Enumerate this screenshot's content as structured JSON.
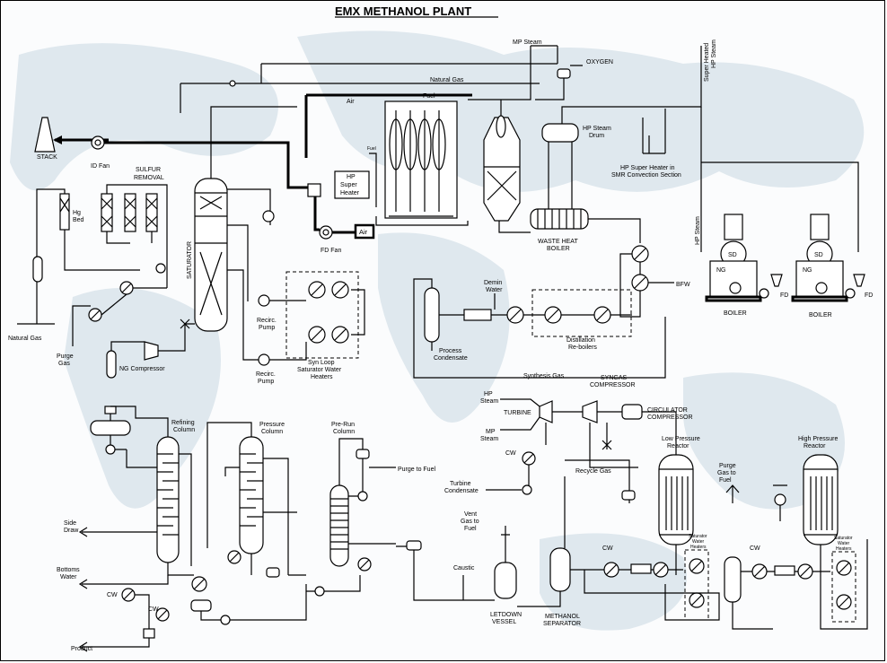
{
  "title": "EMX METHANOL PLANT",
  "labels": {
    "stack": "STACK",
    "id_fan": "ID Fan",
    "sulfur_removal_1": "SULFUR",
    "sulfur_removal_2": "REMOVAL",
    "hg_bed_1": "Hg",
    "hg_bed_2": "Bed",
    "natural_gas_left": "Natural Gas",
    "purge_gas_1": "Purge",
    "purge_gas_2": "Gas",
    "ng_compressor": "NG Compressor",
    "saturator": "SATURATOR",
    "recirc_pump_1a": "Recirc.",
    "recirc_pump_1b": "Pump",
    "recirc_pump_2a": "Recirc.",
    "recirc_pump_2b": "Pump",
    "syn_loop_1": "Syn Loop",
    "syn_loop_2": "Saturator Water",
    "syn_loop_3": "Heaters",
    "fd_fan": "FD Fan",
    "air_box": "Air",
    "air_top": "Air",
    "fuel_top": "Fuel",
    "fuel_small": "Fuel",
    "natural_gas_top": "Natural Gas",
    "hp_super_heater_1": "HP",
    "hp_super_heater_2": "Super",
    "hp_super_heater_3": "Heater",
    "mp_steam": "MP Steam",
    "oxygen": "OXYGEN",
    "hp_steam_drum_1": "HP Steam",
    "hp_steam_drum_2": "Drum",
    "hp_sh_smr_1": "HP Super Heater in",
    "hp_sh_smr_2": "SMR Convection Section",
    "super_heated_hp_steam_1": "Super Heated",
    "super_heated_hp_steam_2": "HP Steam",
    "hp_steam_vertical": "HP Steam",
    "waste_heat_1": "WASTE HEAT",
    "waste_heat_2": "BOILER",
    "bfw": "BFW",
    "demin_water_1": "Demin",
    "demin_water_2": "Water",
    "distillation_1": "Distillation",
    "distillation_2": "Re-boilers",
    "process_condensate_1": "Process",
    "process_condensate_2": "Condensate",
    "sd_1": "SD",
    "sd_2": "SD",
    "ng_1": "NG",
    "ng_2": "NG",
    "fd_1": "FD",
    "fd_2": "FD",
    "boiler_1": "BOILER",
    "boiler_2": "BOILER",
    "synthesis_gas": "Synthesis Gas",
    "syngas_comp_1": "SYNGAS",
    "syngas_comp_2": "COMPRESSOR",
    "circ_comp_1": "CIRCULATOR",
    "circ_comp_2": "COMPRESSOR",
    "turbine": "TURBINE",
    "hp_steam_turb_1": "HP",
    "hp_steam_turb_2": "Steam",
    "mp_steam_turb_1": "MP",
    "mp_steam_turb_2": "Steam",
    "cw_1": "CW",
    "cw_2": "CW",
    "cw_3": "CW",
    "cw_4": "CW",
    "cw_5": "CW",
    "turbine_condensate_1": "Turbine",
    "turbine_condensate_2": "Condensate",
    "recycle_gas": "Recycle Gas",
    "lp_reactor_1": "Low Pressure",
    "lp_reactor_2": "Reactor",
    "hp_reactor_1": "High Pressure",
    "hp_reactor_2": "Reactor",
    "purge_fuel_1": "Purge",
    "purge_fuel_2": "Gas to",
    "purge_fuel_3": "Fuel",
    "sat_water_heaters_a1": "Saturator",
    "sat_water_heaters_a2": "Water",
    "sat_water_heaters_a3": "Heaters",
    "sat_water_heaters_b1": "Saturator",
    "sat_water_heaters_b2": "Water",
    "sat_water_heaters_b3": "Heaters",
    "vent_gas_1": "Vent",
    "vent_gas_2": "Gas to",
    "vent_gas_3": "Fuel",
    "caustic": "Caustic",
    "letdown_1": "LETDOWN",
    "letdown_2": "VESSEL",
    "methanol_sep_1": "METHANOL",
    "methanol_sep_2": "SEPARATOR",
    "refining_col_1": "Refining",
    "refining_col_2": "Column",
    "pressure_col_1": "Pressure",
    "pressure_col_2": "Column",
    "prerun_col_1": "Pre-Run",
    "prerun_col_2": "Column",
    "purge_to_fuel": "Purge to Fuel",
    "side_draw_1": "Side",
    "side_draw_2": "Draw",
    "bottoms_water_1": "Bottoms",
    "bottoms_water_2": "Water",
    "product": "Product"
  },
  "colors": {
    "line": "#000000",
    "map": "#dfe8ee",
    "background": "#fbfcfd"
  }
}
